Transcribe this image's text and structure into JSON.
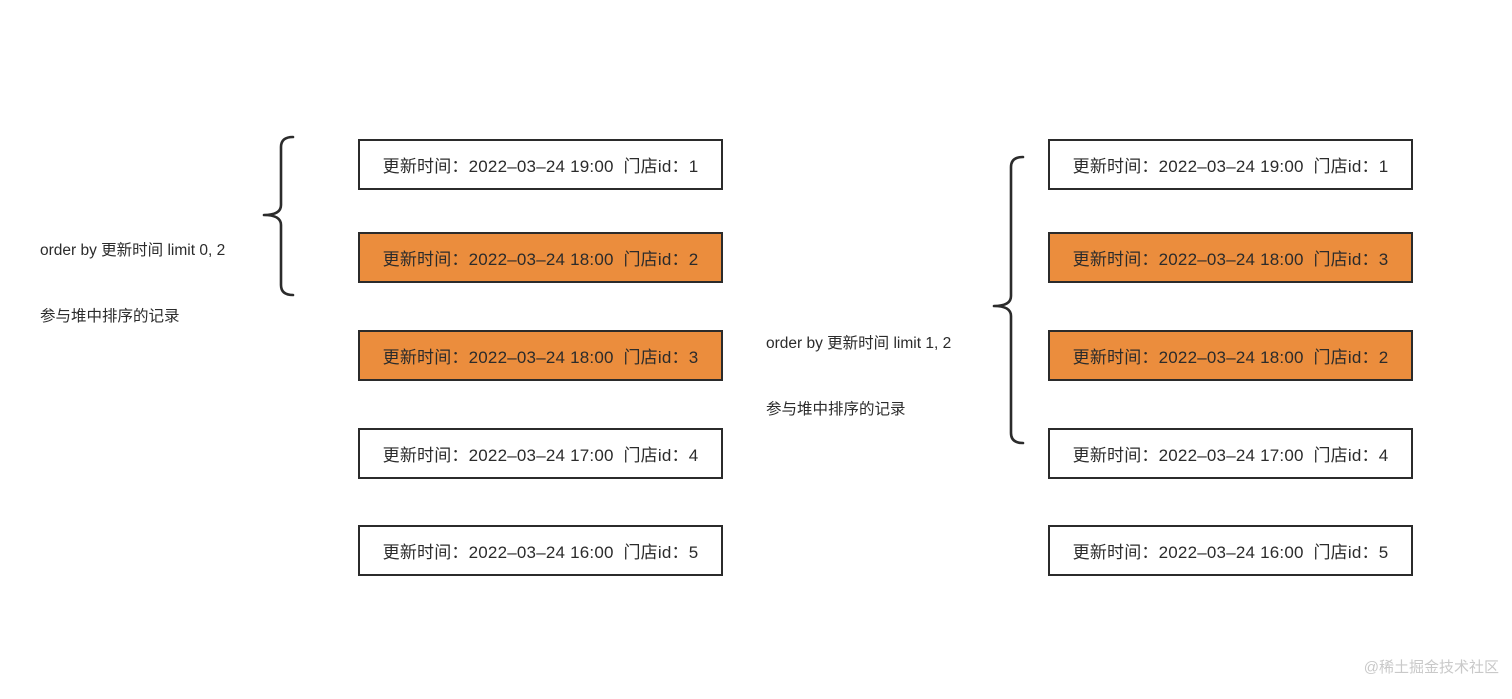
{
  "page": {
    "watermark": "@稀土掘金技术社区"
  },
  "colors": {
    "page_bg": "#FFFFFF",
    "highlight": "#EB8D3D",
    "border": "#2B2B2B",
    "text": "#2B2B2B",
    "watermark_gray": "#C9C9C9"
  },
  "left_group": {
    "label_line1": "order by 更新时间 limit 0, 2",
    "label_line2": "参与堆中排序的记录",
    "rows": [
      {
        "text": "更新时间：2022–03–24 19:00  门店id：1",
        "highlighted": false
      },
      {
        "text": "更新时间：2022–03–24 18:00  门店id：2",
        "highlighted": true
      },
      {
        "text": "更新时间：2022–03–24 18:00  门店id：3",
        "highlighted": true
      },
      {
        "text": "更新时间：2022–03–24 17:00  门店id：4",
        "highlighted": false
      },
      {
        "text": "更新时间：2022–03–24 16:00  门店id：5",
        "highlighted": false
      }
    ]
  },
  "right_group": {
    "label_line1": "order by 更新时间 limit 1, 2",
    "label_line2": "参与堆中排序的记录",
    "rows": [
      {
        "text": "更新时间：2022–03–24 19:00  门店id：1",
        "highlighted": false
      },
      {
        "text": "更新时间：2022–03–24 18:00  门店id：3",
        "highlighted": true
      },
      {
        "text": "更新时间：2022–03–24 18:00  门店id：2",
        "highlighted": true
      },
      {
        "text": "更新时间：2022–03–24 17:00  门店id：4",
        "highlighted": false
      },
      {
        "text": "更新时间：2022–03–24 16:00  门店id：5",
        "highlighted": false
      }
    ]
  }
}
